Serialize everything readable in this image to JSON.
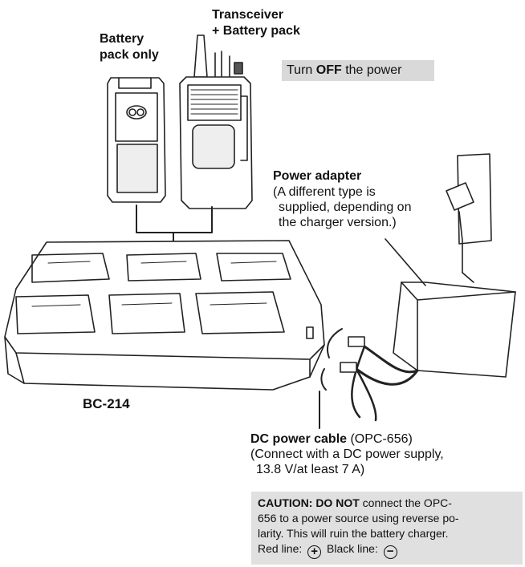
{
  "labels": {
    "battery_line1": "Battery",
    "battery_line2": "pack only",
    "transceiver_line1": "Transceiver",
    "transceiver_line2": "+ Battery pack",
    "turnoff_pre": "Turn ",
    "turnoff_bold": "OFF",
    "turnoff_post": " the power",
    "adapter_title": "Power adapter",
    "adapter_line1": "(A different type is",
    "adapter_line2": "supplied, depending on",
    "adapter_line3": "the charger version.)",
    "charger_model": "BC-214",
    "dc_title": "DC power cable",
    "dc_model": " (OPC-656)",
    "dc_line1": "(Connect with a DC power supply,",
    "dc_line2": "13.8 V/at least 7 A)"
  },
  "caution": {
    "bold1": "CAUTION: DO NOT",
    "text1": " connect the OPC-",
    "text2": "656 to a power source using reverse po-",
    "text3": "larity. This will ruin the battery charger.",
    "red_label": "Red line:",
    "red_symbol": "+",
    "black_label": "Black line:",
    "black_symbol": "−"
  },
  "colors": {
    "callout_bg": "#d9d9d9",
    "caution_bg": "#e0e0e0",
    "line": "#222222"
  }
}
